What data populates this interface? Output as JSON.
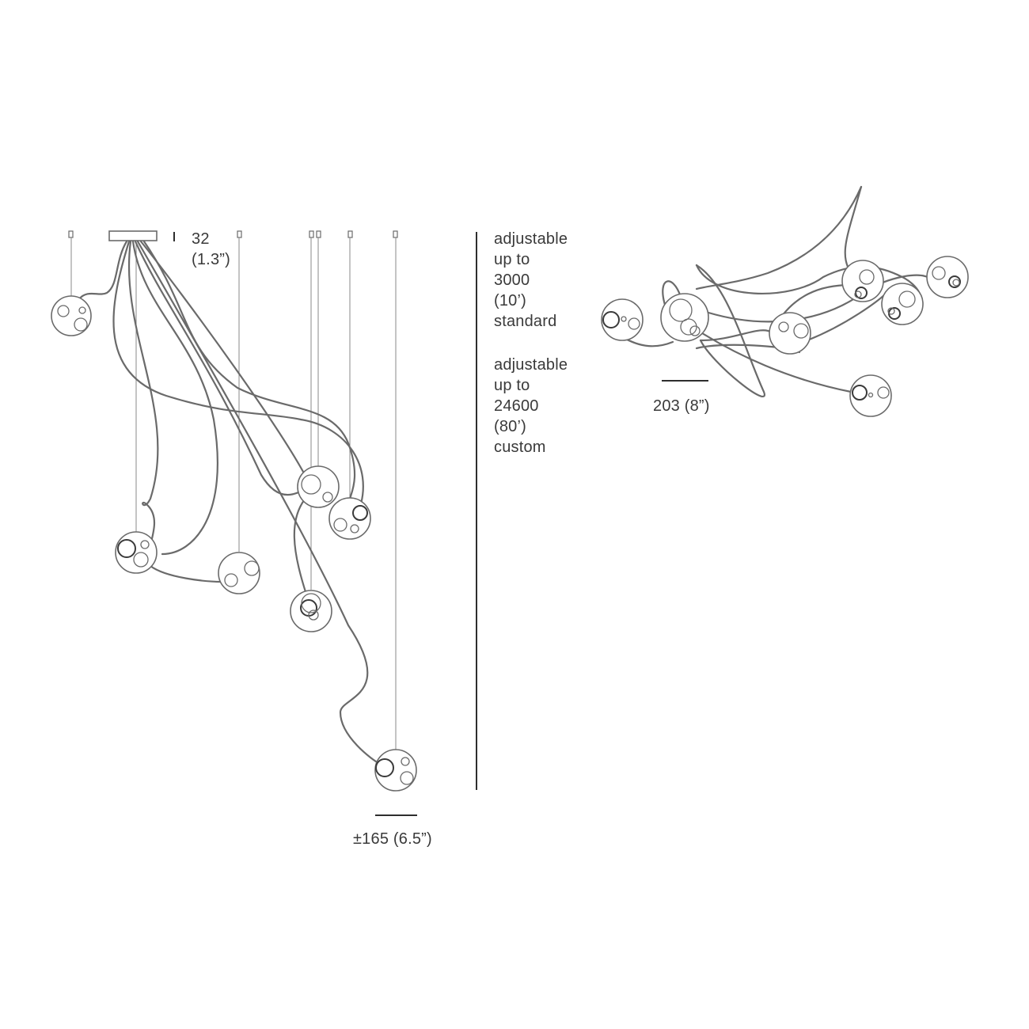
{
  "elevation": {
    "canopy_height": {
      "value": "32",
      "imperial": "(1.3”)"
    },
    "length_standard": {
      "line1": "adjustable",
      "line2": "up to",
      "line3": "3000",
      "line4": "(10’)",
      "line5": "standard"
    },
    "length_custom": {
      "line1": "adjustable",
      "line2": "up to",
      "line3": "24600",
      "line4": "(80’)",
      "line5": "custom"
    },
    "globe_diameter": "±165 (6.5”)"
  },
  "plan": {
    "globe_diameter": "203 (8”)"
  }
}
